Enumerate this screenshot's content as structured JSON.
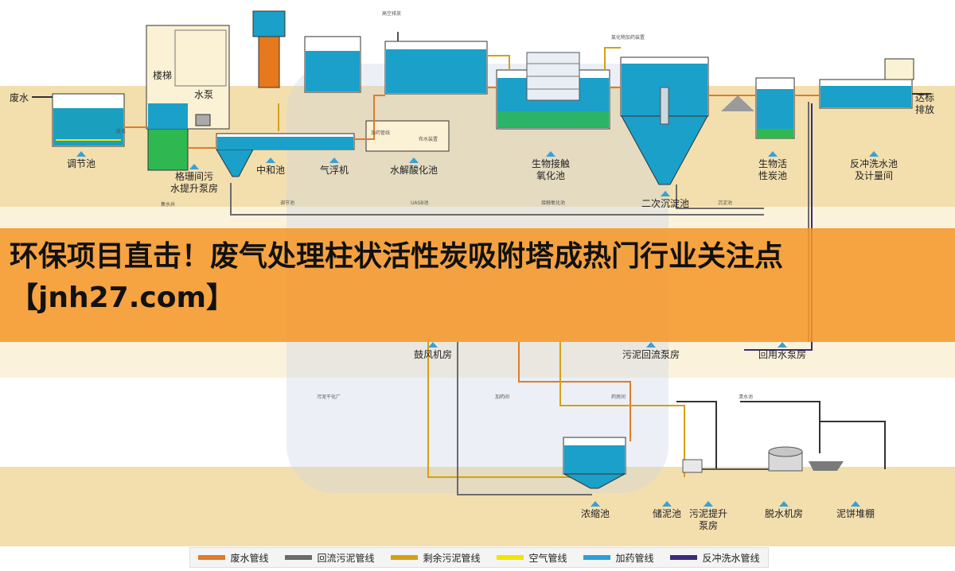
{
  "banner": {
    "headline": "环保项目直击！废气处理柱状活性炭吸附塔成热门行业关注点【jnh27.com】"
  },
  "labels": {
    "feishui": "废水",
    "dabiao": "达标",
    "paifang": "排放",
    "tiaojiechi": "调节池",
    "louti": "楼梯",
    "shuibeng": "水泵",
    "geshan_1": "格珊间污",
    "geshan_2": "水提升泵房",
    "zhongheci": "中和池",
    "qifuji": "气浮机",
    "shuijie": "水解酸化池",
    "shengwu_jiechu_1": "生物接触",
    "shengwu_jiechu_2": "氧化池",
    "erci": "二次沉淀池",
    "tanci_1": "生物活",
    "tanci_2": "性炭池",
    "fanchong_1": "反冲洗水池",
    "fanchong_2": "及计量间",
    "gufeng": "鼓风机房",
    "wuni_huiliu": "污泥回流泵房",
    "huiyong": "回用水泵房",
    "nongsuo": "浓缩池",
    "chuni": "储泥池",
    "wuni_tisheng_1": "污泥提升",
    "wuni_tisheng_2": "泵房",
    "tuoshui": "脱水机房",
    "nibing": "泥饼堆棚"
  },
  "small_labels": {
    "gaokong": "高空排放",
    "tougyao": "氯化物加药装置",
    "jiayao": "加药管线",
    "buqi": "布水装置",
    "feishui_small": "废水",
    "tiaojie_small": "调节池",
    "uasb": "UASB池",
    "jiechu_small": "接触氧化池",
    "chendian_small": "沉淀池",
    "jishui": "集水井",
    "wuni_gan": "污泥干化厂",
    "jiayao_jian": "加药间",
    "yaofang": "药房间",
    "qingshui": "清水池"
  },
  "legend": [
    {
      "label": "废水管线",
      "color": "#e07b2a"
    },
    {
      "label": "回流污泥管线",
      "color": "#6b6b6b"
    },
    {
      "label": "剩余污泥管线",
      "color": "#d4a017"
    },
    {
      "label": "空气管线",
      "color": "#f2e600"
    },
    {
      "label": "加药管线",
      "color": "#2b9fd8"
    },
    {
      "label": "反冲洗水管线",
      "color": "#3b2a7a"
    }
  ]
}
